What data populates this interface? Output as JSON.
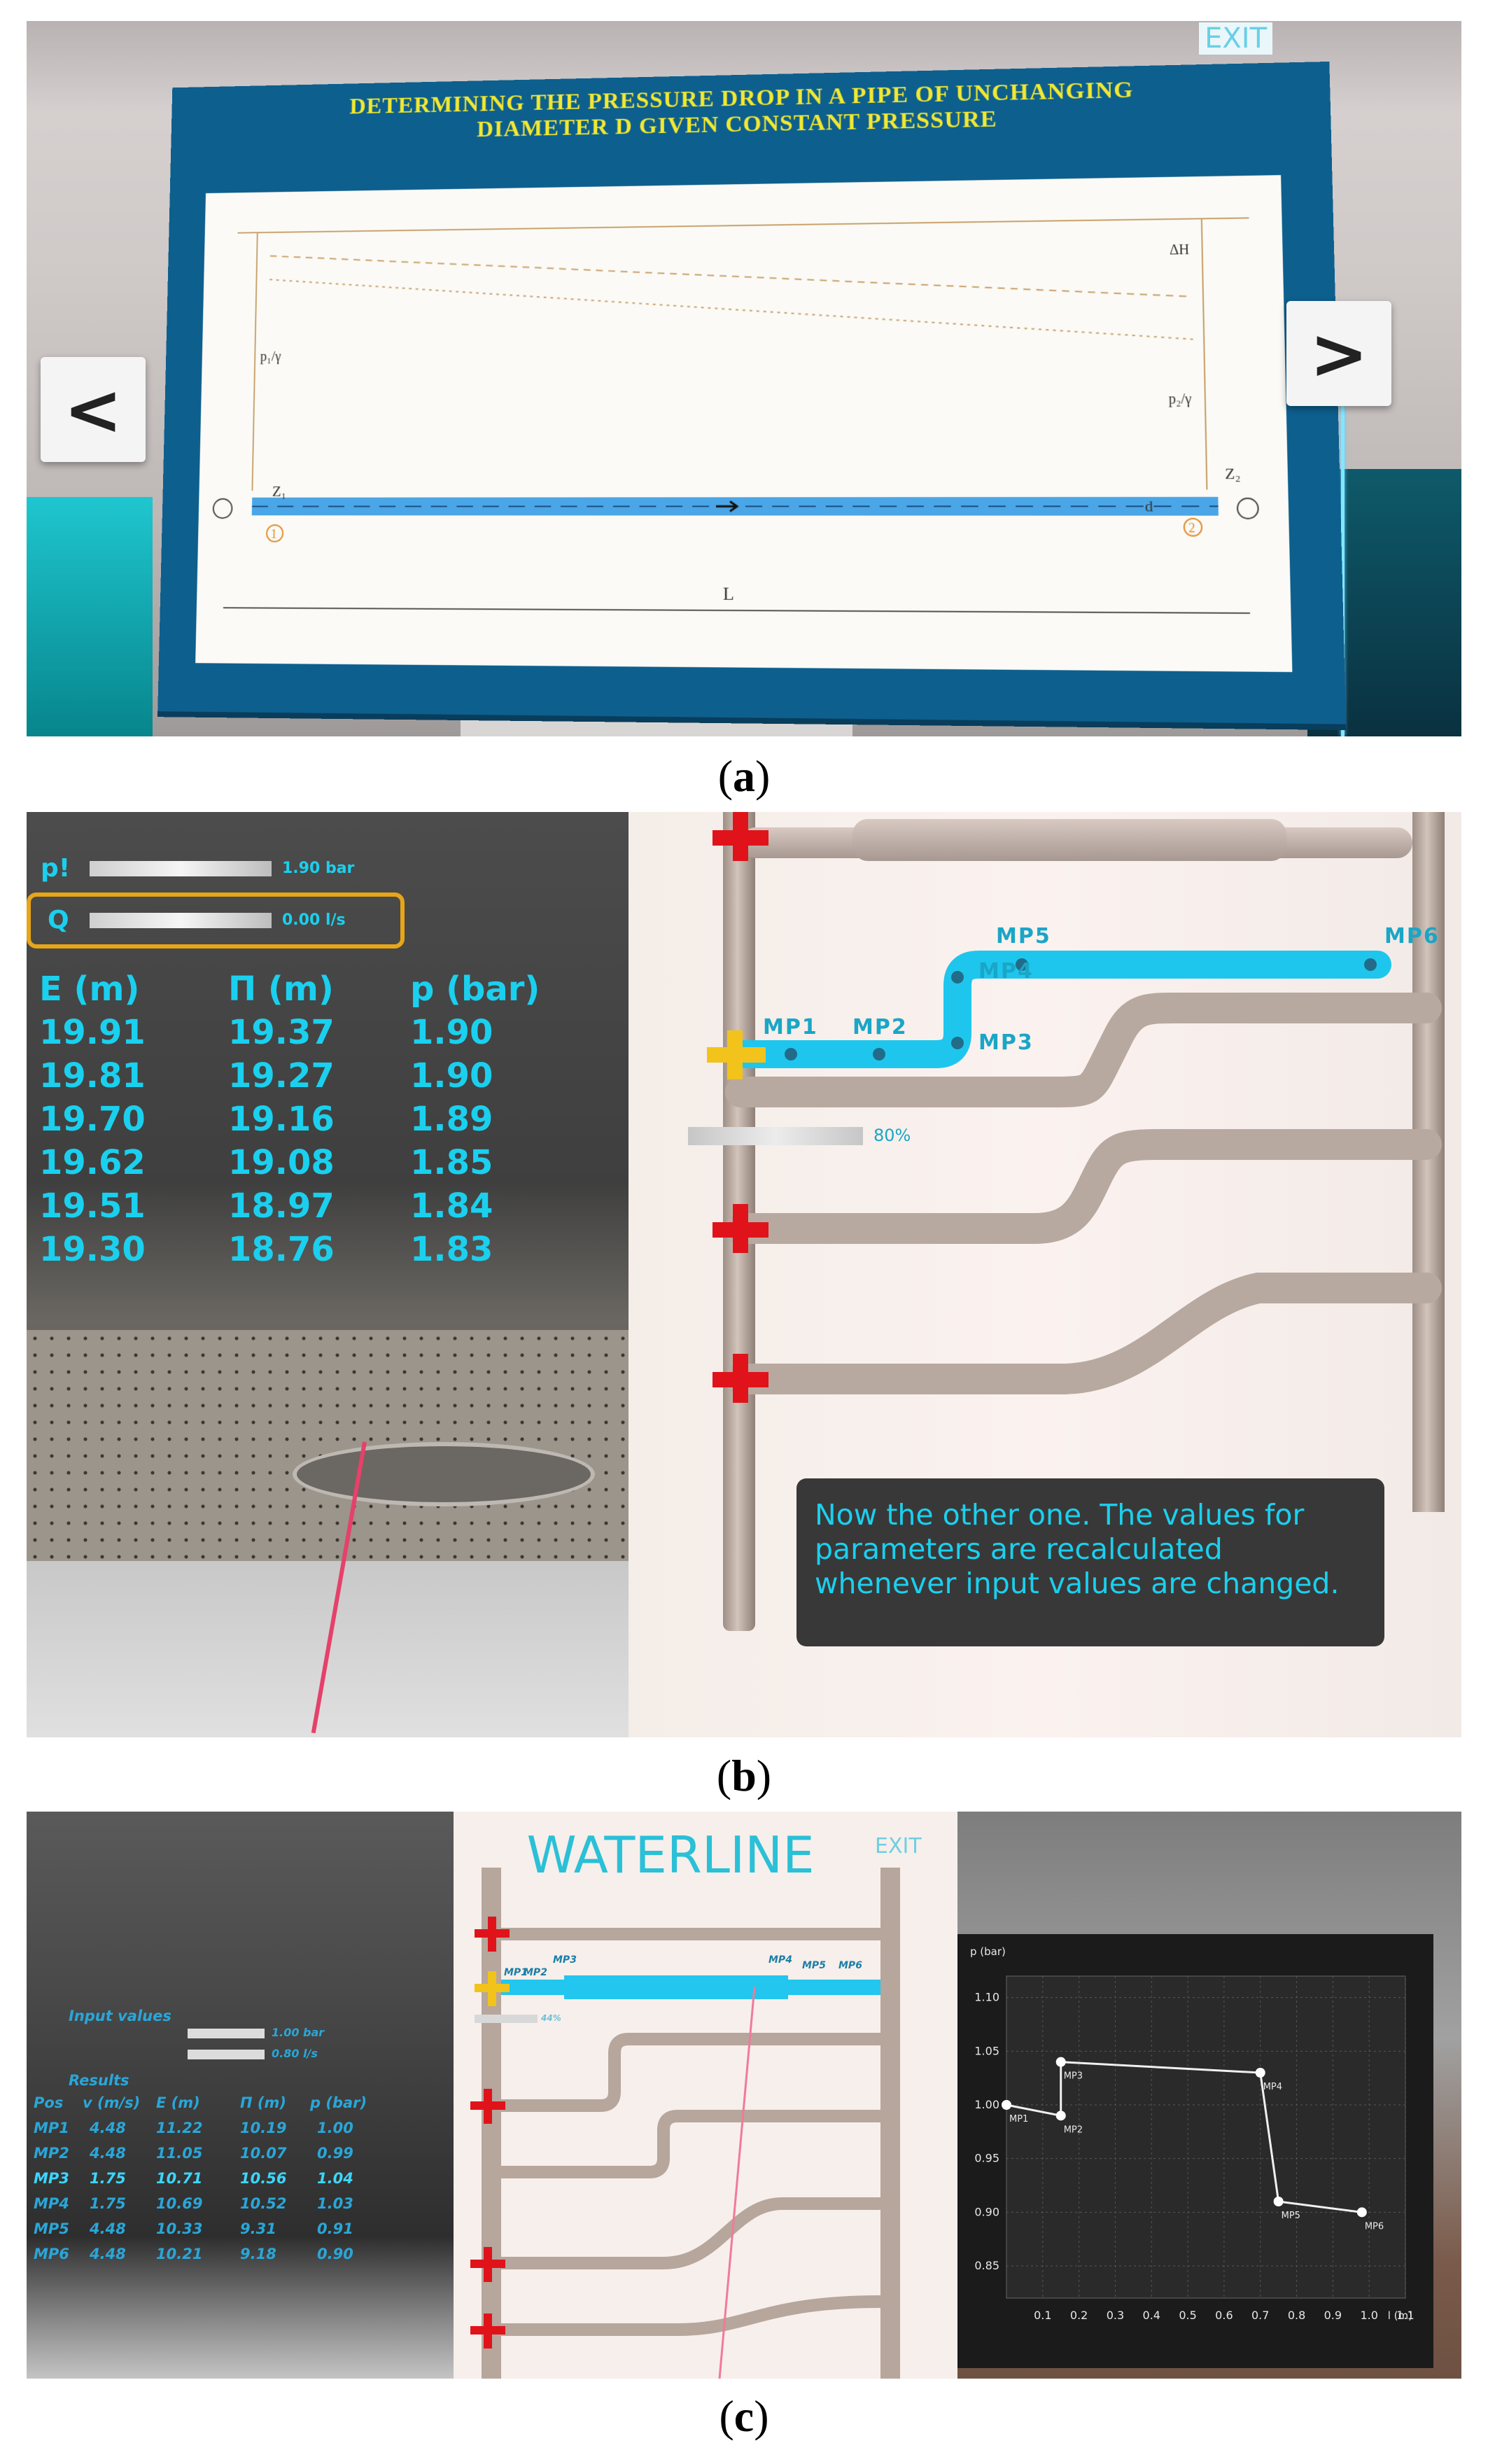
{
  "panel_a": {
    "caption_letter": "a",
    "exit_label": "EXIT",
    "title_line1": "DETERMINING THE PRESSURE DROP IN A PIPE OF UNCHANGING",
    "title_line2": "DIAMETER D GIVEN CONSTANT PRESSURE",
    "prev_label": "<",
    "next_label": ">",
    "diagram": {
      "z1": "Z₁",
      "z2": "Z₂",
      "L": "L",
      "dH": "ΔH",
      "p1_gamma": "p₁/γ",
      "p2_gamma": "p₂/γ",
      "station1": "1",
      "station2": "2",
      "d": "d"
    }
  },
  "panel_b": {
    "caption_letter": "b",
    "p_label": "p!",
    "p_value": "1.90 bar",
    "q_label": "Q",
    "q_value": "0.00 l/s",
    "table_headers": [
      "E (m)",
      "Π (m)",
      "p (bar)"
    ],
    "table_rows": [
      [
        "19.91",
        "19.37",
        "1.90"
      ],
      [
        "19.81",
        "19.27",
        "1.90"
      ],
      [
        "19.70",
        "19.16",
        "1.89"
      ],
      [
        "19.62",
        "19.08",
        "1.85"
      ],
      [
        "19.51",
        "18.97",
        "1.84"
      ],
      [
        "19.30",
        "18.76",
        "1.83"
      ]
    ],
    "mp_labels": [
      "MP1",
      "MP2",
      "MP3",
      "MP4",
      "MP5",
      "MP6"
    ],
    "valve_percent": "80%",
    "message": "Now the other one. The values for parameters are recalculated whenever input values are changed."
  },
  "panel_c": {
    "caption_letter": "c",
    "title": "WATERLINE",
    "exit_label": "EXIT",
    "input_values_label": "Input values",
    "p_input": "1.00 bar",
    "q_input": "0.80 l/s",
    "percent": "44%",
    "results_label": "Results",
    "table_headers": [
      "Pos",
      "v (m/s)",
      "E (m)",
      "Π (m)",
      "p (bar)"
    ],
    "table_rows": [
      [
        "MP1",
        "4.48",
        "11.22",
        "10.19",
        "1.00"
      ],
      [
        "MP2",
        "4.48",
        "11.05",
        "10.07",
        "0.99"
      ],
      [
        "MP3",
        "1.75",
        "10.71",
        "10.56",
        "1.04"
      ],
      [
        "MP4",
        "1.75",
        "10.69",
        "10.52",
        "1.03"
      ],
      [
        "MP5",
        "4.48",
        "10.33",
        "9.31",
        "0.91"
      ],
      [
        "MP6",
        "4.48",
        "10.21",
        "9.18",
        "0.90"
      ]
    ],
    "pipe_labels": [
      "MP1",
      "MP2",
      "MP3",
      "MP4",
      "MP5",
      "MP6"
    ]
  },
  "chart_data": {
    "type": "line",
    "title": "",
    "xlabel": "l (m)",
    "ylabel": "p (bar)",
    "xlim": [
      0,
      1.1
    ],
    "ylim": [
      0.82,
      1.12
    ],
    "x_ticks": [
      "0.1",
      "0.2",
      "0.3",
      "0.4",
      "0.5",
      "0.6",
      "0.7",
      "0.8",
      "0.9",
      "1.0",
      "1.1"
    ],
    "y_ticks": [
      "1.10",
      "1.05",
      "1.00",
      "0.95",
      "0.90",
      "0.85"
    ],
    "grid": true,
    "series": [
      {
        "points": [
          {
            "label": "MP1",
            "x": 0.0,
            "y": 1.0
          },
          {
            "label": "MP2",
            "x": 0.15,
            "y": 0.99
          },
          {
            "label": "MP3",
            "x": 0.15,
            "y": 1.04
          },
          {
            "label": "MP4",
            "x": 0.7,
            "y": 1.03
          },
          {
            "label": "MP5",
            "x": 0.75,
            "y": 0.91
          },
          {
            "label": "MP6",
            "x": 0.98,
            "y": 0.9
          }
        ]
      }
    ]
  }
}
